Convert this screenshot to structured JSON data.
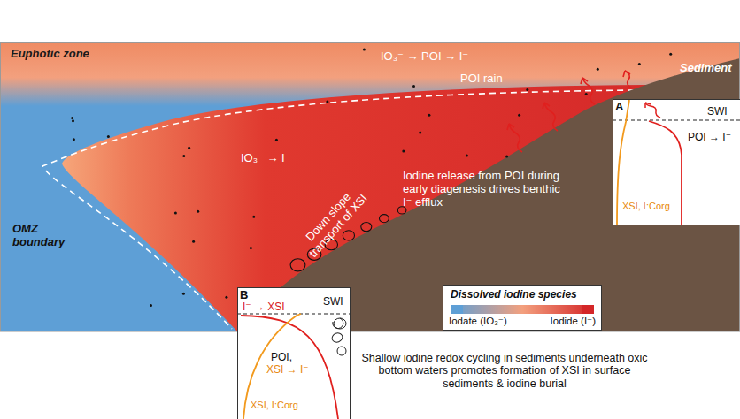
{
  "diagram": {
    "nodes": [
      {
        "text": [
          "A",
          "SWI",
          "POI → I⁻",
          "XSI, I:Corg"
        ]
      },
      {
        "text": [
          "B",
          "SWI",
          "I⁻ → XSI",
          "POI,",
          "XSI → I⁻",
          "XSI, I:Corg"
        ]
      },
      {
        "text": [
          "Dissolved iodine species"
        ]
      }
    ],
    "labels": [
      "Euphotic zone",
      "OMZ boundary",
      "Sediment",
      "IO₃⁻ → POI → I⁻",
      "POI rain",
      "IO₃⁻ → I⁻",
      "Iodine release from POI during early diagenesis drives benthic I⁻ efflux",
      "Down slope transport of XSI",
      "Shallow iodine redox cycling in sediments underneath oxic bottom waters promotes formation of XSI in surface sediments & iodine burial"
    ],
    "legend": [
      {
        "text": "Iodate (IO₃⁻)",
        "color": "#5e9fd6"
      },
      {
        "text": "Iodide (I⁻)",
        "color": "#d42628"
      }
    ]
  }
}
